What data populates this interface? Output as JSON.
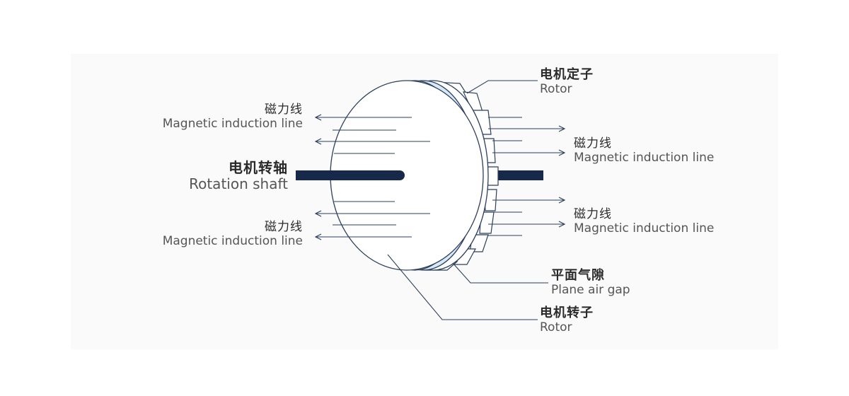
{
  "labels": {
    "stator": {
      "zh": "电机定子",
      "en": "Rotor"
    },
    "shaft": {
      "zh": "电机转轴",
      "en": "Rotation shaft"
    },
    "flux_left_top": {
      "zh": "磁力线",
      "en": "Magnetic induction line"
    },
    "flux_left_bottom": {
      "zh": "磁力线",
      "en": "Magnetic induction line"
    },
    "flux_right_top": {
      "zh": "磁力线",
      "en": "Magnetic induction line"
    },
    "flux_right_bottom": {
      "zh": "磁力线",
      "en": "Magnetic induction line"
    },
    "air_gap": {
      "zh": "平面气隙",
      "en": "Plane air gap"
    },
    "rotor": {
      "zh": "电机转子",
      "en": "Rotor"
    }
  },
  "colors": {
    "shaft": "#16294a",
    "gap": "#d7e8f7",
    "line": "#2c3f5e"
  }
}
